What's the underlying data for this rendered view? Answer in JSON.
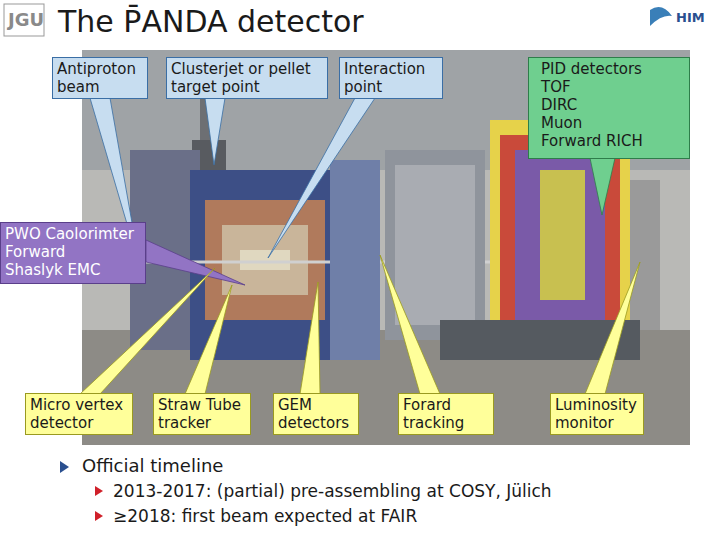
{
  "diagram": {
    "title": "The P̄ANDA detector",
    "nodes": [
      {
        "text": [
          "Antiproton beam"
        ]
      },
      {
        "text": [
          "Clusterjet or pellet target point"
        ]
      },
      {
        "text": [
          "Interaction point"
        ]
      },
      {
        "text": [
          "PID detectors",
          "TOF",
          "DIRC",
          "Muon",
          "Forward RICH"
        ]
      },
      {
        "text": [
          "PWO Caolorimter",
          "Forward",
          "Shaslyk EMC"
        ]
      },
      {
        "text": [
          "Micro vertex detector"
        ]
      },
      {
        "text": [
          "Straw Tube tracker"
        ]
      },
      {
        "text": [
          "GEM detectors"
        ]
      },
      {
        "text": [
          "Forard tracking"
        ]
      },
      {
        "text": [
          "Luminosity monitor"
        ]
      }
    ],
    "labels": [
      "JGU",
      "HIM",
      "Official timeline",
      "2013-2017: (partial) pre-assembling at COSY, Jülich",
      "≥2018: first beam expected at FAIR"
    ]
  }
}
